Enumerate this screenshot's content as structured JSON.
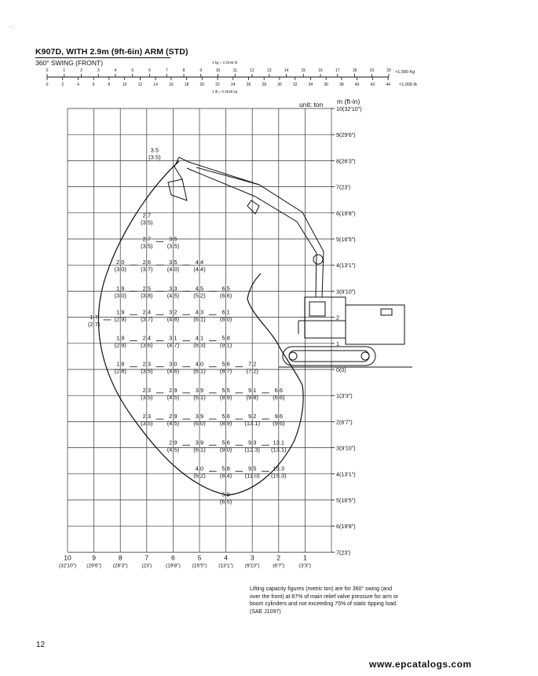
{
  "header": {
    "title": "K907D, WITH 2.9m (9ft-6in) ARM (STD)",
    "swing": "360° SWING (FRONT)",
    "unit": "unit: ton",
    "axis_unit": "m (ft-in)"
  },
  "conversion": {
    "kg_top": [
      0,
      1,
      2,
      3,
      4,
      5,
      6,
      7,
      8,
      9,
      10,
      11,
      12,
      13,
      14,
      15,
      16,
      17,
      18,
      19,
      20
    ],
    "lb_bottom": [
      0,
      2,
      4,
      6,
      8,
      10,
      12,
      14,
      16,
      18,
      20,
      22,
      24,
      26,
      28,
      30,
      32,
      34,
      36,
      38,
      40,
      42,
      44
    ],
    "kg_unit": "×1,000 Kg",
    "lb_unit": "×1,000 lb",
    "kg_eq": "1 kg = 2.2046 lb",
    "lb_eq": "1 lb = 0.4536 kg"
  },
  "chart_data": {
    "type": "table",
    "y_axis": [
      {
        "v": 10,
        "label": "10(32'10\")"
      },
      {
        "v": 9,
        "label": "9(29'6\")"
      },
      {
        "v": 8,
        "label": "8(26'3\")"
      },
      {
        "v": 7,
        "label": "7(23')"
      },
      {
        "v": 6,
        "label": "6(19'8\")"
      },
      {
        "v": 5,
        "label": "5(16'5\")"
      },
      {
        "v": 4,
        "label": "4(13'1\")"
      },
      {
        "v": 3,
        "label": "3(9'10\")"
      },
      {
        "v": 2,
        "label": "2"
      },
      {
        "v": 1,
        "label": "1"
      },
      {
        "v": 0,
        "label": "0(0)"
      },
      {
        "v": -1,
        "label": "1(3'3\")"
      },
      {
        "v": -2,
        "label": "2(6'7\")"
      },
      {
        "v": -3,
        "label": "3(9'10\")"
      },
      {
        "v": -4,
        "label": "4(13'1\")"
      },
      {
        "v": -5,
        "label": "5(16'5\")"
      },
      {
        "v": -6,
        "label": "6(19'8\")"
      },
      {
        "v": -7,
        "label": "7(23')"
      }
    ],
    "x_axis": [
      {
        "v": 10,
        "m": "10",
        "ft": "(32'10\")"
      },
      {
        "v": 9,
        "m": "9",
        "ft": "(29'6\")"
      },
      {
        "v": 8,
        "m": "8",
        "ft": "(26'3\")"
      },
      {
        "v": 7,
        "m": "7",
        "ft": "(23')"
      },
      {
        "v": 6,
        "m": "6",
        "ft": "(19'8\")"
      },
      {
        "v": 5,
        "m": "5",
        "ft": "(16'5\")"
      },
      {
        "v": 4,
        "m": "4",
        "ft": "(13'1\")"
      },
      {
        "v": 3,
        "m": "3",
        "ft": "(9'10\")"
      },
      {
        "v": 2,
        "m": "2",
        "ft": "(6'7\")"
      },
      {
        "v": 1,
        "m": "1",
        "ft": "(3'3\")"
      }
    ],
    "points": [
      {
        "x": 6.7,
        "y": 8.3,
        "a": "3.5",
        "b": "(3.5)"
      },
      {
        "x": 7.0,
        "y": 5.8,
        "a": "2.7",
        "b": "(3.5)"
      },
      {
        "x": 7.0,
        "y": 4.9,
        "a": "2.7",
        "b": "(3.5)"
      },
      {
        "x": 6.0,
        "y": 4.9,
        "a": "3.5",
        "b": "(3.5)"
      },
      {
        "x": 8.0,
        "y": 4.0,
        "a": "2.0",
        "b": "(3.0)"
      },
      {
        "x": 7.0,
        "y": 4.0,
        "a": "2.6",
        "b": "(3.7)"
      },
      {
        "x": 6.0,
        "y": 4.0,
        "a": "3.5",
        "b": "(4.0)"
      },
      {
        "x": 5.0,
        "y": 4.0,
        "a": "4.4",
        "b": "(4.4)"
      },
      {
        "x": 8.0,
        "y": 3.0,
        "a": "1.9",
        "b": "(3.0)"
      },
      {
        "x": 7.0,
        "y": 3.0,
        "a": "2.5",
        "b": "(3.8)"
      },
      {
        "x": 6.0,
        "y": 3.0,
        "a": "3.3",
        "b": "(4.5)"
      },
      {
        "x": 5.0,
        "y": 3.0,
        "a": "4.5",
        "b": "(5.2)"
      },
      {
        "x": 4.0,
        "y": 3.0,
        "a": "6.5",
        "b": "(6.6)"
      },
      {
        "x": 9.0,
        "y": 1.9,
        "a": "1.7",
        "b": "(2.7)"
      },
      {
        "x": 8.0,
        "y": 2.1,
        "a": "1.9",
        "b": "(2.9)"
      },
      {
        "x": 7.0,
        "y": 2.1,
        "a": "2.4",
        "b": "(3.7)"
      },
      {
        "x": 6.0,
        "y": 2.1,
        "a": "3.2",
        "b": "(4.8)"
      },
      {
        "x": 5.0,
        "y": 2.1,
        "a": "4.3",
        "b": "(6.1)"
      },
      {
        "x": 4.0,
        "y": 2.1,
        "a": "6.1",
        "b": "(8.0)"
      },
      {
        "x": 8.0,
        "y": 1.1,
        "a": "1.9",
        "b": "(2.9)"
      },
      {
        "x": 7.0,
        "y": 1.1,
        "a": "2.4",
        "b": "(3.6)"
      },
      {
        "x": 6.0,
        "y": 1.1,
        "a": "3.1",
        "b": "(4.7)"
      },
      {
        "x": 5.0,
        "y": 1.1,
        "a": "4.1",
        "b": "(6.3)"
      },
      {
        "x": 4.0,
        "y": 1.1,
        "a": "5.8",
        "b": "(9.1)"
      },
      {
        "x": 8.0,
        "y": 0.1,
        "a": "1.8",
        "b": "(2.8)"
      },
      {
        "x": 7.0,
        "y": 0.1,
        "a": "2.3",
        "b": "(3.5)"
      },
      {
        "x": 6.0,
        "y": 0.1,
        "a": "3.0",
        "b": "(4.6)"
      },
      {
        "x": 5.0,
        "y": 0.1,
        "a": "4.0",
        "b": "(6.1)"
      },
      {
        "x": 4.0,
        "y": 0.1,
        "a": "5.6",
        "b": "(8.7)"
      },
      {
        "x": 3.0,
        "y": 0.1,
        "a": "7.2",
        "b": "(7.2)"
      },
      {
        "x": 7.0,
        "y": -0.9,
        "a": "2.3",
        "b": "(3.5)"
      },
      {
        "x": 6.0,
        "y": -0.9,
        "a": "2.9",
        "b": "(4.5)"
      },
      {
        "x": 5.0,
        "y": -0.9,
        "a": "3.9",
        "b": "(6.1)"
      },
      {
        "x": 4.0,
        "y": -0.9,
        "a": "5.5",
        "b": "(8.9)"
      },
      {
        "x": 3.0,
        "y": -0.9,
        "a": "9.1",
        "b": "(9.8)"
      },
      {
        "x": 2.0,
        "y": -0.9,
        "a": "6.6",
        "b": "(6.6)"
      },
      {
        "x": 7.0,
        "y": -1.9,
        "a": "2.3",
        "b": "(3.5)"
      },
      {
        "x": 6.0,
        "y": -1.9,
        "a": "2.9",
        "b": "(4.5)"
      },
      {
        "x": 5.0,
        "y": -1.9,
        "a": "3.9",
        "b": "(6.0)"
      },
      {
        "x": 4.0,
        "y": -1.9,
        "a": "5.6",
        "b": "(8.9)"
      },
      {
        "x": 3.0,
        "y": -1.9,
        "a": "9.2",
        "b": "(13.1)"
      },
      {
        "x": 2.0,
        "y": -1.9,
        "a": "9.6",
        "b": "(9.6)"
      },
      {
        "x": 6.0,
        "y": -2.9,
        "a": "2.9",
        "b": "(4.5)"
      },
      {
        "x": 5.0,
        "y": -2.9,
        "a": "3.9",
        "b": "(6.1)"
      },
      {
        "x": 4.0,
        "y": -2.9,
        "a": "5.6",
        "b": "(9.0)"
      },
      {
        "x": 3.0,
        "y": -2.9,
        "a": "9.3",
        "b": "(12.3)"
      },
      {
        "x": 2.0,
        "y": -2.9,
        "a": "13.1",
        "b": "(13.1)"
      },
      {
        "x": 5.0,
        "y": -3.9,
        "a": "4.0",
        "b": "(6.2)"
      },
      {
        "x": 4.0,
        "y": -3.9,
        "a": "5.8",
        "b": "(8.4)"
      },
      {
        "x": 3.0,
        "y": -3.9,
        "a": "9.5",
        "b": "(11.0)"
      },
      {
        "x": 2.0,
        "y": -3.9,
        "a": "15.3",
        "b": "(15.3)"
      },
      {
        "x": 4.0,
        "y": -4.9,
        "a": "5.9",
        "b": "(6.5)"
      }
    ],
    "links": [
      [
        2,
        3
      ],
      [
        4,
        5
      ],
      [
        5,
        6
      ],
      [
        6,
        7
      ],
      [
        8,
        9
      ],
      [
        9,
        10
      ],
      [
        10,
        11
      ],
      [
        11,
        12
      ],
      [
        13,
        14
      ],
      [
        14,
        15
      ],
      [
        15,
        16
      ],
      [
        16,
        17
      ],
      [
        17,
        18
      ],
      [
        19,
        20
      ],
      [
        20,
        21
      ],
      [
        21,
        22
      ],
      [
        22,
        23
      ],
      [
        24,
        25
      ],
      [
        25,
        26
      ],
      [
        26,
        27
      ],
      [
        27,
        28
      ],
      [
        28,
        29
      ],
      [
        30,
        31
      ],
      [
        31,
        32
      ],
      [
        32,
        33
      ],
      [
        33,
        34
      ],
      [
        34,
        35
      ],
      [
        36,
        37
      ],
      [
        37,
        38
      ],
      [
        38,
        39
      ],
      [
        39,
        40
      ],
      [
        40,
        41
      ],
      [
        42,
        43
      ],
      [
        43,
        44
      ],
      [
        44,
        45
      ],
      [
        45,
        46
      ],
      [
        47,
        48
      ],
      [
        48,
        49
      ],
      [
        49,
        50
      ]
    ]
  },
  "caption": "Lifting capacity figures (metric ton) are for 360° swing (and over the front) at 87% of main relief valve pressure for arm or boom cylinders and not exceeding 75% of static tipping load. (SAE J1097)",
  "page_number": "12",
  "watermark": "www.epcatalogs.com",
  "margin_marks": "' '",
  "colors": {
    "ink": "#111111",
    "grid": "#333333",
    "paper": "#ffffff"
  }
}
